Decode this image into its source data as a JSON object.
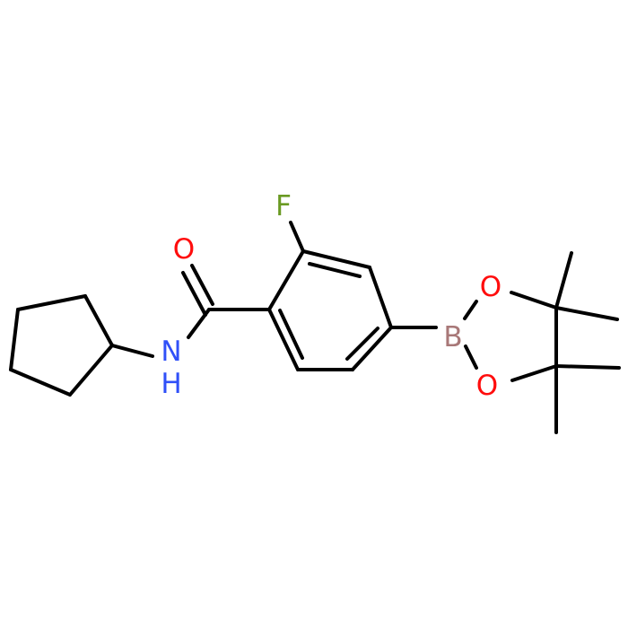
{
  "atoms": {
    "fluorine": {
      "symbol": "F",
      "color": "#6a9a23"
    },
    "carbonyl_oxygen": {
      "symbol": "O",
      "color": "#ff0d0d"
    },
    "amide_nitrogen": {
      "symbol": "N",
      "color": "#3050f8"
    },
    "amide_hydrogen": {
      "symbol": "H",
      "color": "#3050f8"
    },
    "boron": {
      "symbol": "B",
      "color": "#a87878"
    },
    "dioxaborolane_oxygen_top": {
      "symbol": "O",
      "color": "#ff0d0d"
    },
    "dioxaborolane_oxygen_bottom": {
      "symbol": "O",
      "color": "#ff0d0d"
    }
  },
  "colors": {
    "bond": "#000000",
    "background": "#ffffff"
  }
}
